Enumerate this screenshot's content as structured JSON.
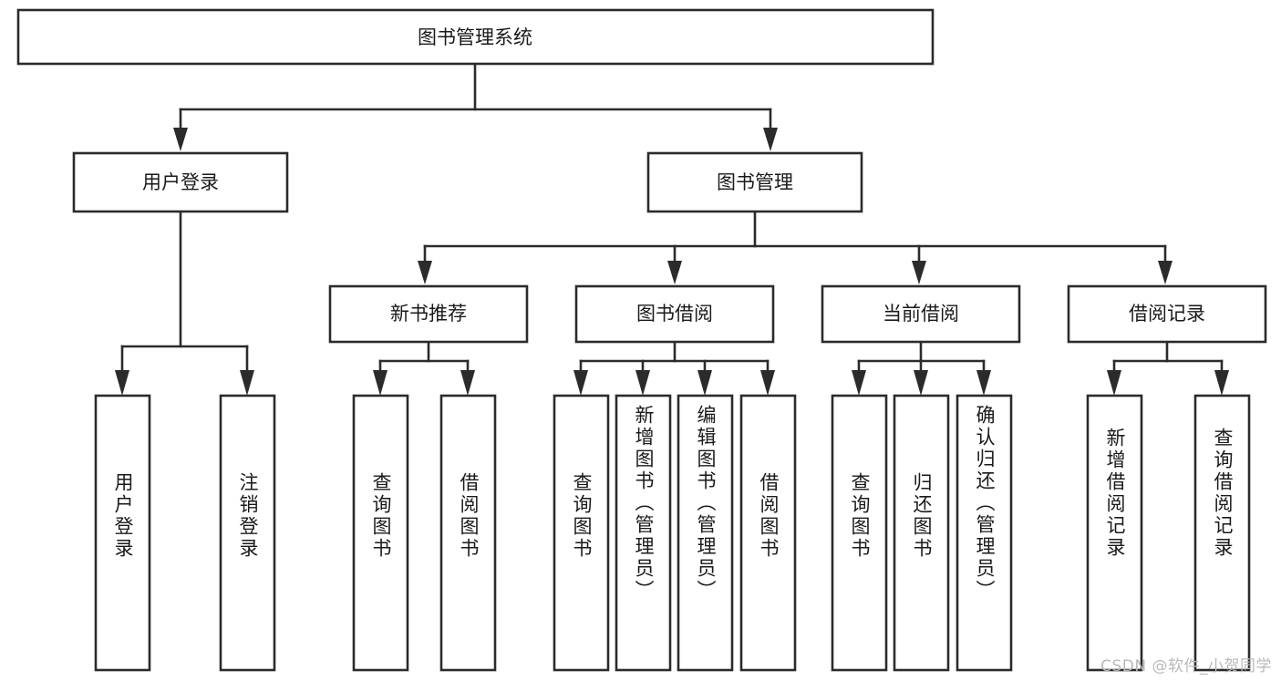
{
  "diagram": {
    "title": "图书管理系统",
    "watermark": "CSDN @软件_小贺同学",
    "colors": {
      "stroke": "#2b2b2b",
      "fill": "#ffffff",
      "text": "#1a1a1a",
      "watermark": "#b9b9b9",
      "background": "#ffffff"
    },
    "root": {
      "label": "图书管理系统"
    },
    "level2": [
      {
        "label": "用户登录"
      },
      {
        "label": "图书管理"
      }
    ],
    "level3": [
      {
        "label": "新书推荐"
      },
      {
        "label": "图书借阅"
      },
      {
        "label": "当前借阅"
      },
      {
        "label": "借阅记录"
      }
    ],
    "leaves": {
      "user_login": [
        {
          "label": "用户登录"
        },
        {
          "label": "注销登录"
        }
      ],
      "new_book_recommend": [
        {
          "label": "查询图书"
        },
        {
          "label": "借阅图书"
        }
      ],
      "book_borrow": [
        {
          "label": "查询图书"
        },
        {
          "label": "新增图书（管理员）"
        },
        {
          "label": "编辑图书（管理员）"
        },
        {
          "label": "借阅图书"
        }
      ],
      "current_borrow": [
        {
          "label": "查询图书"
        },
        {
          "label": "归还图书"
        },
        {
          "label": "确认归还（管理员）"
        }
      ],
      "borrow_record": [
        {
          "label": "新增借阅记录"
        },
        {
          "label": "查询借阅记录"
        }
      ]
    }
  }
}
